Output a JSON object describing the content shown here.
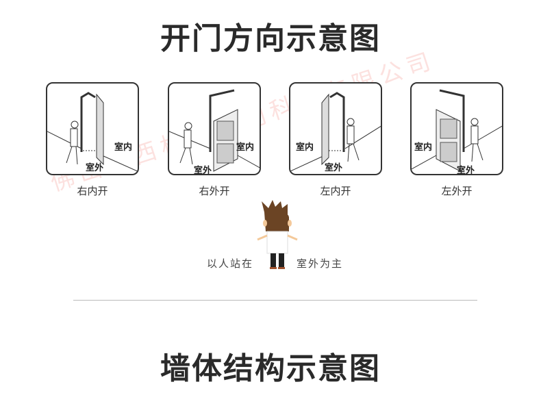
{
  "section1_title": "开门方向示意图",
  "section2_title": "墙体结构示意图",
  "cards": [
    {
      "caption": "右内开",
      "inside_label": "室内",
      "outside_label": "室外"
    },
    {
      "caption": "右外开",
      "inside_label": "室内",
      "outside_label": "室外"
    },
    {
      "caption": "左内开",
      "inside_label": "室内",
      "outside_label": "室外"
    },
    {
      "caption": "左外开",
      "inside_label": "室内",
      "outside_label": "室外"
    }
  ],
  "note_left": "以人站在",
  "note_right": "室外为主",
  "watermark": "佛山市西格特种门科技有限公司"
}
